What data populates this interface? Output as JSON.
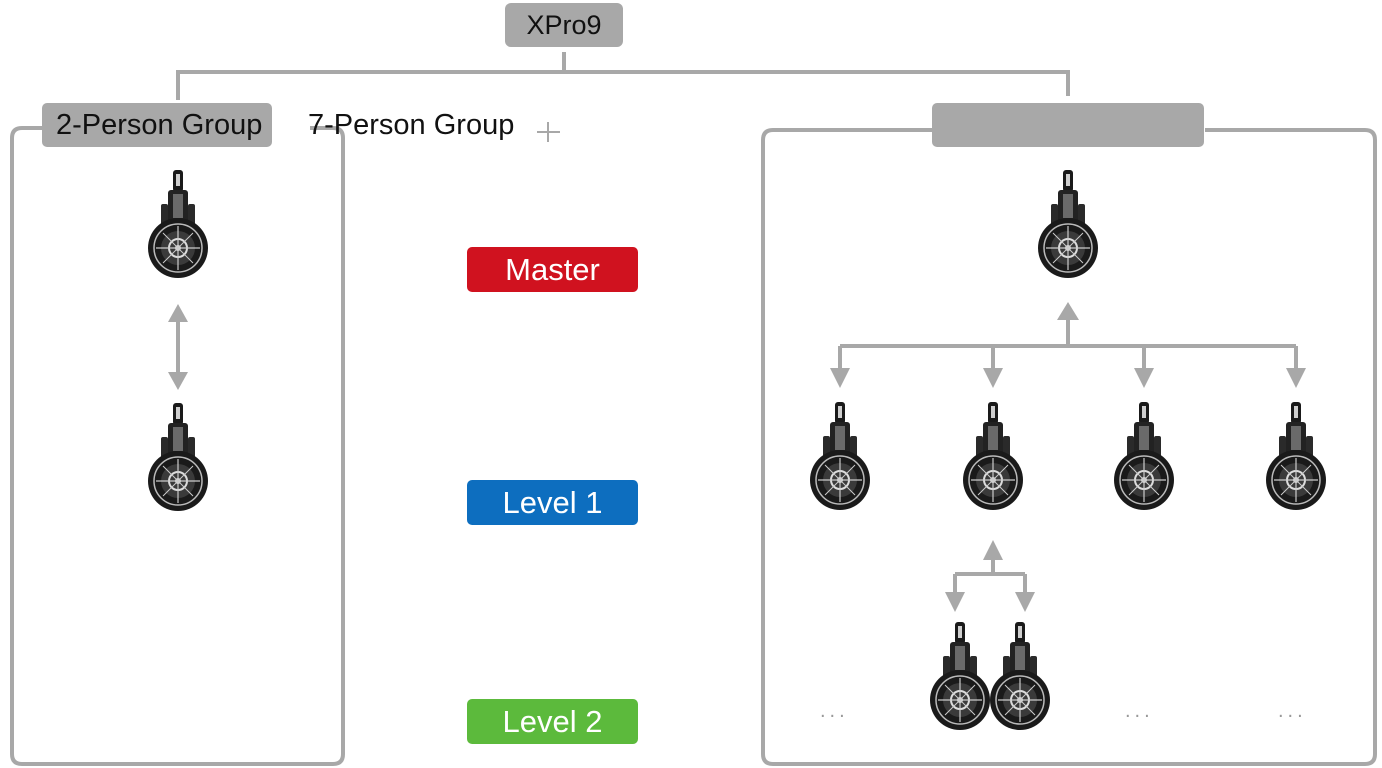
{
  "root": {
    "label": "XPro9"
  },
  "groups": [
    {
      "label": "2-Person Group"
    },
    {
      "label": "7-Person Group"
    }
  ],
  "levels": {
    "master": "Master",
    "level1": "Level 1",
    "level2": "Level 2"
  },
  "ellipsis": "...",
  "colors": {
    "master": "#d0121f",
    "level1": "#0d6ebf",
    "level2": "#5cba3c",
    "connector": "#a8a8a8"
  },
  "icons": {
    "device": "headset-device-icon"
  }
}
